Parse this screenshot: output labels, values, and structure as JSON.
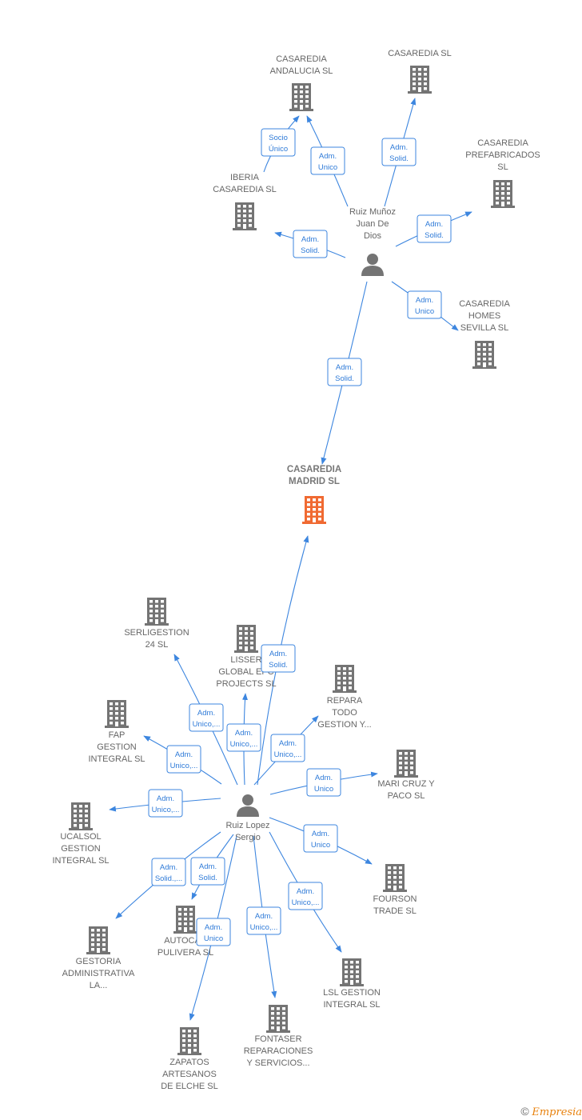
{
  "colors": {
    "building": "#747474",
    "highlight": "#f06a32",
    "edge": "#3d86df",
    "person": "#747474"
  },
  "companies": [
    {
      "id": "casaredia-madrid",
      "lines": [
        "CASAREDIA",
        "MADRID  SL"
      ],
      "highlight": true
    },
    {
      "id": "casaredia-andalucia",
      "lines": [
        "CASAREDIA",
        "ANDALUCIA  SL"
      ]
    },
    {
      "id": "casaredia-sl",
      "lines": [
        "CASAREDIA SL"
      ]
    },
    {
      "id": "casaredia-prefabricados",
      "lines": [
        "CASAREDIA",
        "PREFABRICADOS",
        "SL"
      ]
    },
    {
      "id": "iberia-casaredia",
      "lines": [
        "IBERIA",
        "CASAREDIA  SL"
      ]
    },
    {
      "id": "casaredia-homes-sevilla",
      "lines": [
        "CASAREDIA",
        "HOMES",
        "SEVILLA  SL"
      ]
    },
    {
      "id": "serligestion",
      "lines": [
        "SERLIGESTION",
        "24  SL"
      ]
    },
    {
      "id": "lisser-global",
      "lines": [
        "LISSER",
        "GLOBAL EPC",
        "PROJECTS  SL"
      ]
    },
    {
      "id": "repara-todo",
      "lines": [
        "REPARA",
        "TODO",
        "GESTION Y..."
      ]
    },
    {
      "id": "fap-gestion",
      "lines": [
        "FAP",
        "GESTION",
        "INTEGRAL  SL"
      ]
    },
    {
      "id": "mari-cruz",
      "lines": [
        "MARI CRUZ Y",
        "PACO  SL"
      ]
    },
    {
      "id": "ucalsol",
      "lines": [
        "UCALSOL",
        "GESTION",
        "INTEGRAL  SL"
      ]
    },
    {
      "id": "fourson",
      "lines": [
        "FOURSON",
        "TRADE  SL"
      ]
    },
    {
      "id": "autocar-pulivera",
      "lines": [
        "AUTOCAR",
        "PULIVERA SL"
      ]
    },
    {
      "id": "gestoria",
      "lines": [
        "GESTORIA",
        "ADMINISTRATIVA",
        "LA..."
      ]
    },
    {
      "id": "lsl-gestion",
      "lines": [
        "LSL GESTION",
        "INTEGRAL  SL"
      ]
    },
    {
      "id": "zapatos",
      "lines": [
        "ZAPATOS",
        "ARTESANOS",
        "DE ELCHE SL"
      ]
    },
    {
      "id": "fontaser",
      "lines": [
        "FONTASER",
        "REPARACIONES",
        "Y SERVICIOS..."
      ]
    }
  ],
  "persons": [
    {
      "id": "ruiz-munoz",
      "lines": [
        "Ruiz Muñoz",
        "Juan De",
        "Dios"
      ]
    },
    {
      "id": "ruiz-lopez",
      "lines": [
        "Ruiz Lopez",
        "Sergio"
      ]
    }
  ],
  "relations": [
    {
      "id": "iberia-andalucia",
      "lines": [
        "Socio",
        "Único"
      ]
    },
    {
      "id": "munoz-andalucia",
      "lines": [
        "Adm.",
        "Unico"
      ]
    },
    {
      "id": "munoz-casaredia-sl",
      "lines": [
        "Adm.",
        "Solid."
      ]
    },
    {
      "id": "munoz-prefabricados",
      "lines": [
        "Adm.",
        "Solid."
      ]
    },
    {
      "id": "munoz-iberia",
      "lines": [
        "Adm.",
        "Solid."
      ]
    },
    {
      "id": "munoz-homes",
      "lines": [
        "Adm.",
        "Unico"
      ]
    },
    {
      "id": "munoz-madrid",
      "lines": [
        "Adm.",
        "Solid."
      ]
    },
    {
      "id": "lopez-madrid",
      "lines": [
        "Adm.",
        "Solid."
      ]
    },
    {
      "id": "lopez-serligestion",
      "lines": [
        "Adm.",
        "Unico,..."
      ]
    },
    {
      "id": "lopez-lisser",
      "lines": [
        "Adm.",
        "Unico,..."
      ]
    },
    {
      "id": "lopez-repara",
      "lines": [
        "Adm.",
        "Unico,..."
      ]
    },
    {
      "id": "lopez-fap",
      "lines": [
        "Adm.",
        "Unico,..."
      ]
    },
    {
      "id": "lopez-maricruz",
      "lines": [
        "Adm.",
        "Unico"
      ]
    },
    {
      "id": "lopez-ucalsol",
      "lines": [
        "Adm.",
        "Unico,..."
      ]
    },
    {
      "id": "lopez-fourson",
      "lines": [
        "Adm.",
        "Unico"
      ]
    },
    {
      "id": "lopez-gestoria",
      "lines": [
        "Adm.",
        "Solid.,..."
      ]
    },
    {
      "id": "lopez-autocar",
      "lines": [
        "Adm.",
        "Solid."
      ]
    },
    {
      "id": "lopez-zapatos",
      "lines": [
        "Adm.",
        "Unico"
      ]
    },
    {
      "id": "lopez-fontaser",
      "lines": [
        "Adm.",
        "Unico,..."
      ]
    },
    {
      "id": "lopez-lsl",
      "lines": [
        "Adm.",
        "Unico,..."
      ]
    }
  ],
  "footer": {
    "copyright": "©",
    "brand": "Empresia"
  }
}
